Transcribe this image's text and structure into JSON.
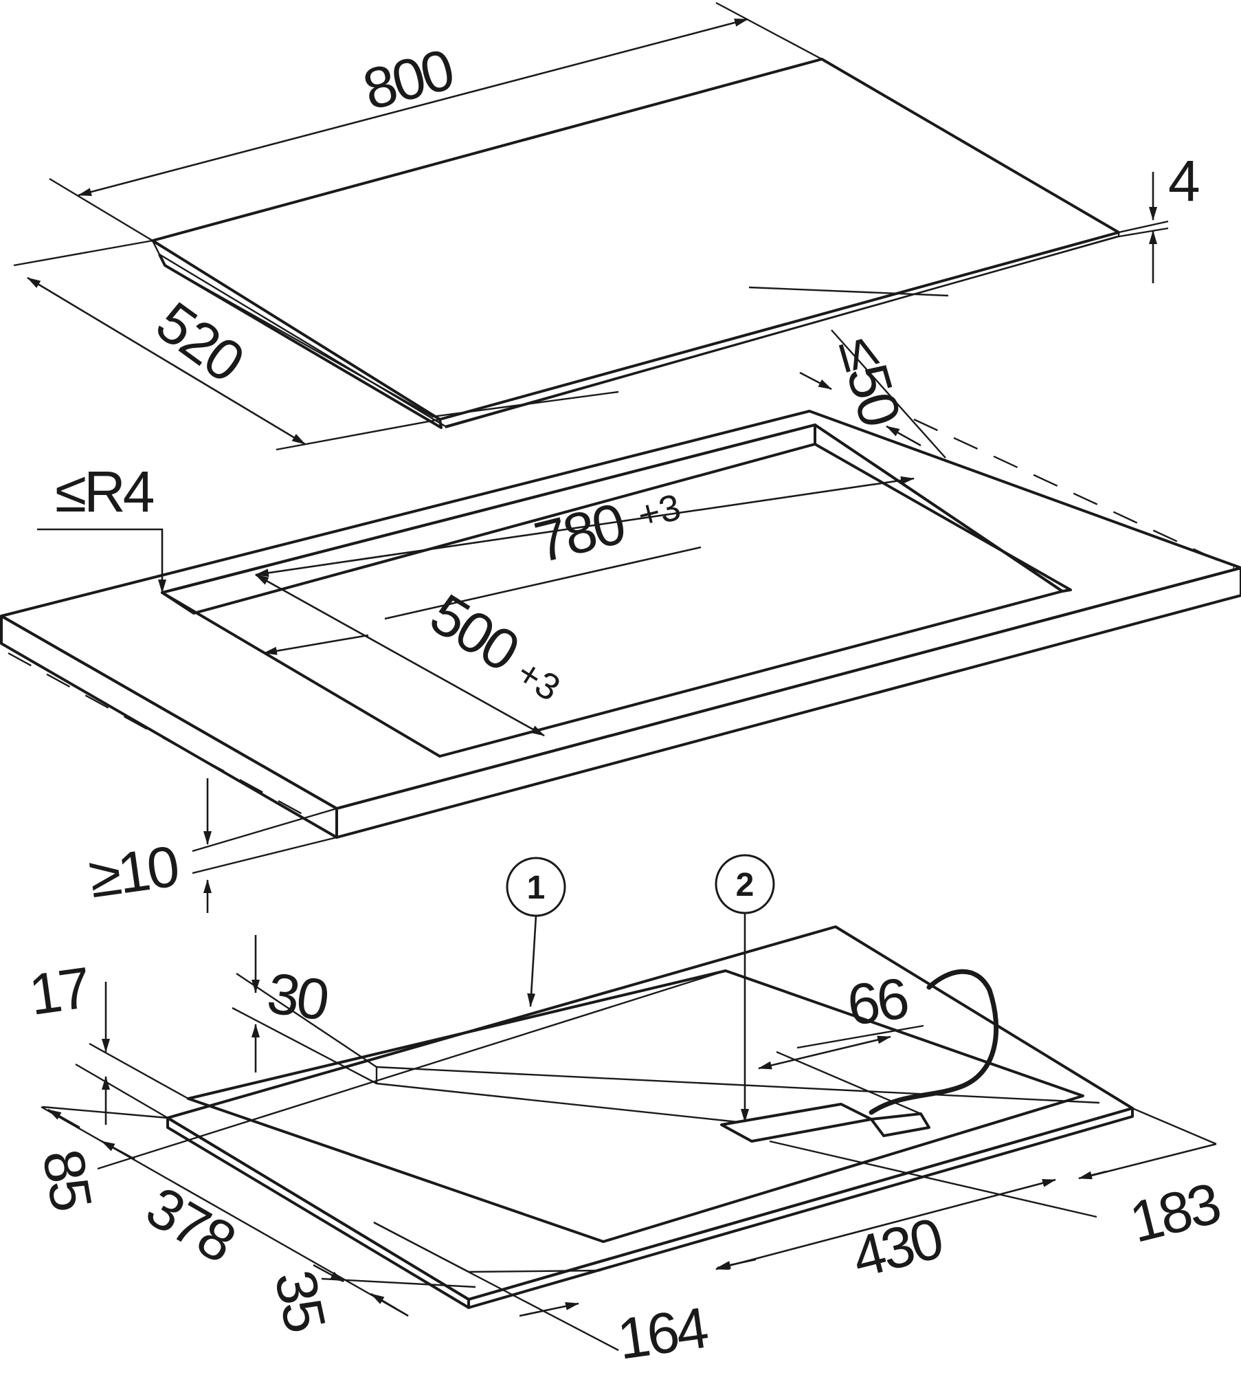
{
  "colors": {
    "stroke": "#1a1a1a",
    "panel": "#e8e8e8",
    "connector": "#a8a8a8",
    "background": "#ffffff"
  },
  "hob": {
    "width": "800",
    "depth": "520",
    "thickness": "4",
    "rear_clearance": "≤50"
  },
  "cutout": {
    "width": "780",
    "width_tol": "+3",
    "depth": "500",
    "depth_tol": "+3",
    "corner_radius": "≤R4",
    "worktop_thickness": "≥10"
  },
  "underside": {
    "dim_17": "17",
    "dim_30": "30",
    "dim_66": "66",
    "dim_85": "85",
    "dim_378": "378",
    "dim_35": "35",
    "dim_164": "164",
    "dim_430": "430",
    "dim_183": "183",
    "callouts": [
      "1",
      "2"
    ]
  }
}
